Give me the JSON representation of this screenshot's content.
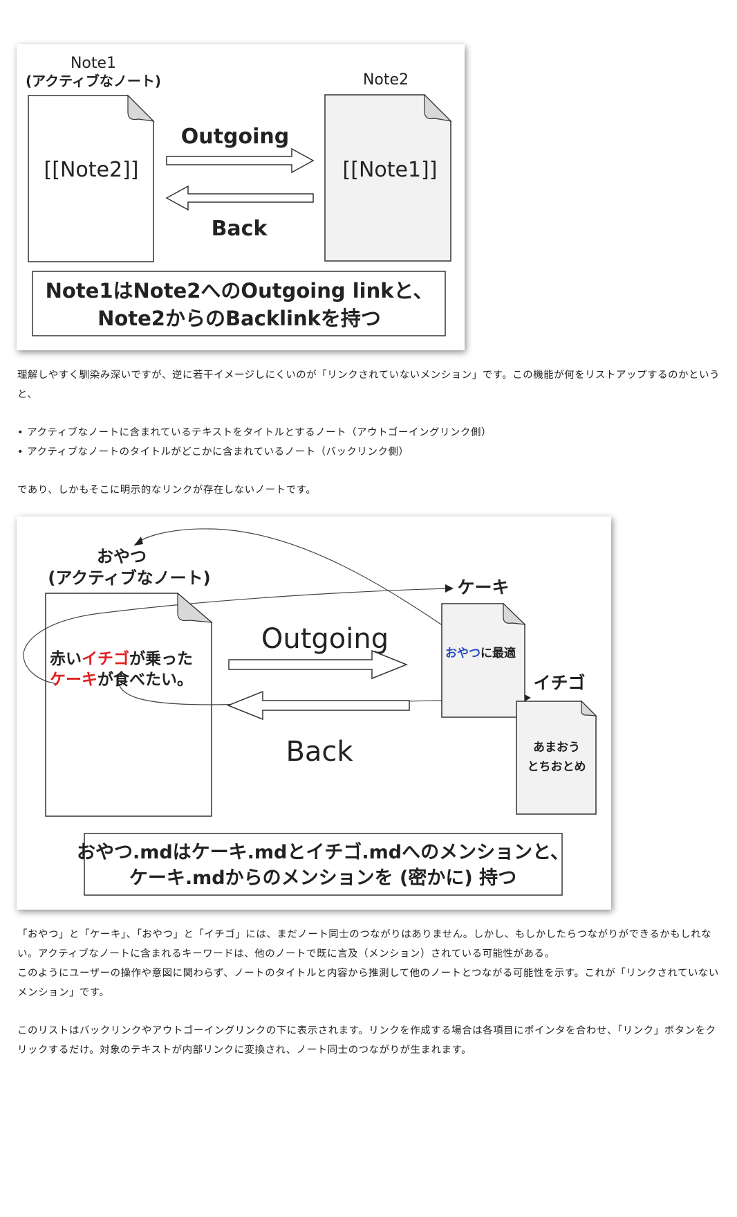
{
  "figure1": {
    "note1_title": "Note1",
    "note1_subtitle": "(アクティブなノート)",
    "note1_content": "[[Note2]]",
    "note2_title": "Note2",
    "note2_content": "[[Note1]]",
    "outgoing_label": "Outgoing",
    "back_label": "Back",
    "caption_line1": "Note1はNote2へのOutgoing linkと、",
    "caption_line2": "Note2からのBacklinkを持つ"
  },
  "intro_paragraph": "理解しやすく馴染み深いですが、逆に若干イメージしにくいのが「リンクされていないメンション」です。この機能が何をリストアップするのかというと、",
  "bullets": [
    "アクティブなノートに含まれているテキストをタイトルとするノート（アウトゴーイングリンク側）",
    "アクティブなノートのタイトルがどこかに含まれているノート（バックリンク側）"
  ],
  "after_bullets": "であり、しかもそこに明示的なリンクが存在しないノートです。",
  "figure2": {
    "active_title": "おやつ",
    "active_subtitle": "(アクティブなノート)",
    "active_line1_a": "赤い",
    "active_line1_b": "イチゴ",
    "active_line1_c": "が乗った",
    "active_line2_a": "ケーキ",
    "active_line2_b": "が食べたい。",
    "outgoing_label": "Outgoing",
    "back_label": "Back",
    "cake_title": "ケーキ",
    "cake_content_a": "おやつ",
    "cake_content_b": "に最適",
    "strawberry_title": "イチゴ",
    "strawberry_line1": "あまおう",
    "strawberry_line2": "とちおとめ",
    "caption_line1": "おやつ.mdはケーキ.mdとイチゴ.mdへのメンションと、",
    "caption_line2": "ケーキ.mdからのメンションを (密かに) 持つ",
    "red": "#e02020",
    "blue": "#2a4fc0"
  },
  "paragraph2_lines": [
    "「おやつ」と「ケーキ」、「おやつ」と「イチゴ」には、まだノート同士のつながりはありません。しかし、もしかしたらつながりができるかもしれない。アクティブなノートに含まれるキーワードは、他のノートで既に言及（メンション）されている可能性がある。",
    "このようにユーザーの操作や意図に関わらず、ノートのタイトルと内容から推測して他のノートとつながる可能性を示す。これが「リンクされていないメンション」です。"
  ],
  "paragraph3": "このリストはバックリンクやアウトゴーイングリンクの下に表示されます。リンクを作成する場合は各項目にポインタを合わせ、「リンク」ボタンをクリックするだけ。対象のテキストが内部リンクに変換され、ノート同士のつながりが生まれます。"
}
